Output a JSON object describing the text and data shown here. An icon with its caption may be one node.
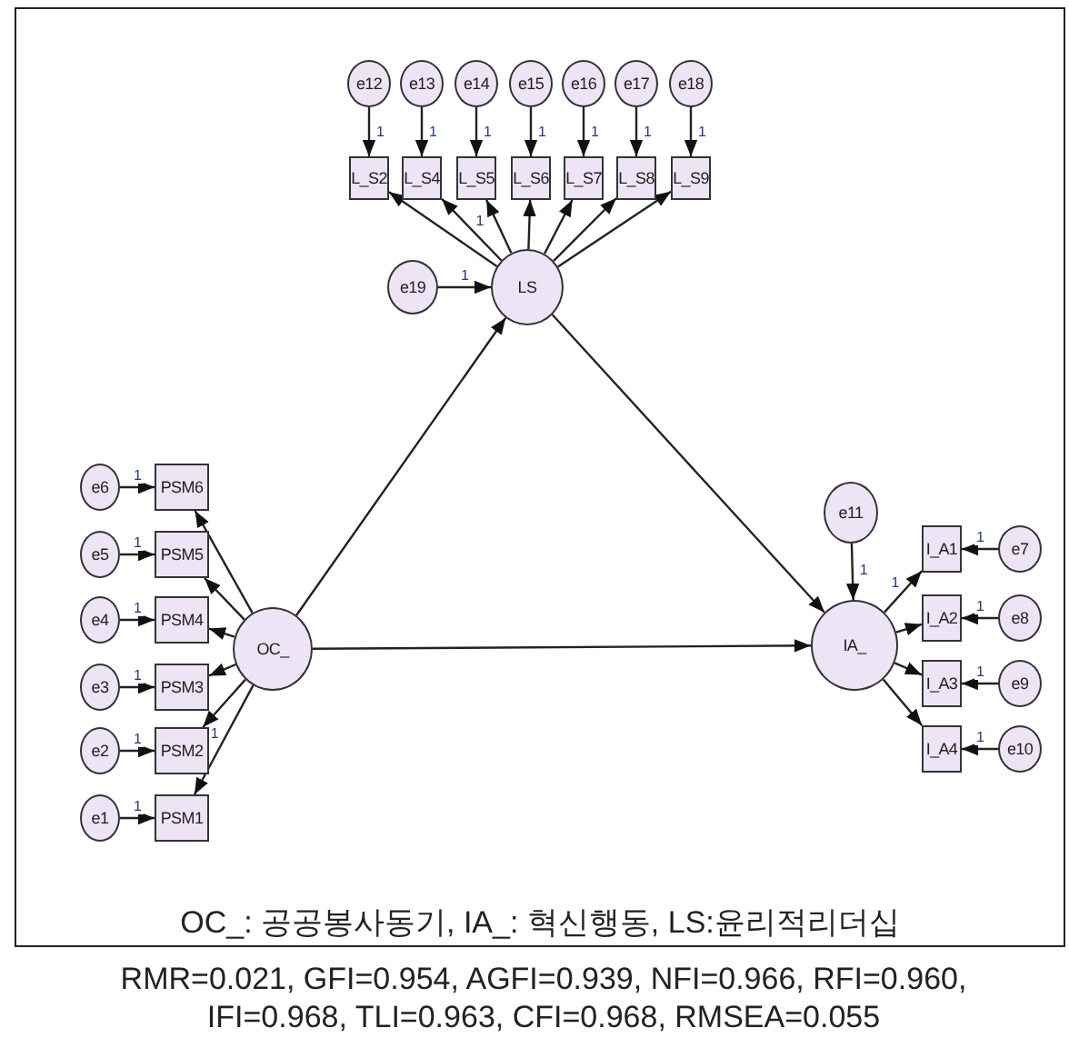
{
  "diagram": {
    "caption": "OC_: 공공봉사동기, IA_: 혁신행동, LS:윤리적리더십",
    "nodes": [
      {
        "text": [
          "e12"
        ]
      },
      {
        "text": [
          "e13"
        ]
      },
      {
        "text": [
          "e14"
        ]
      },
      {
        "text": [
          "e15"
        ]
      },
      {
        "text": [
          "e16"
        ]
      },
      {
        "text": [
          "e17"
        ]
      },
      {
        "text": [
          "e18"
        ]
      },
      {
        "text": [
          "L_S2"
        ]
      },
      {
        "text": [
          "L_S4"
        ]
      },
      {
        "text": [
          "L_S5"
        ]
      },
      {
        "text": [
          "L_S6"
        ]
      },
      {
        "text": [
          "L_S7"
        ]
      },
      {
        "text": [
          "L_S8"
        ]
      },
      {
        "text": [
          "L_S9"
        ]
      },
      {
        "text": [
          "e19"
        ]
      },
      {
        "text": [
          "LS"
        ]
      },
      {
        "text": [
          "e11"
        ]
      },
      {
        "text": [
          "e6"
        ]
      },
      {
        "text": [
          "PSM6"
        ]
      },
      {
        "text": [
          "e5"
        ]
      },
      {
        "text": [
          "PSM5"
        ]
      },
      {
        "text": [
          "e4"
        ]
      },
      {
        "text": [
          "PSM4"
        ]
      },
      {
        "text": [
          "e3"
        ]
      },
      {
        "text": [
          "PSM3"
        ]
      },
      {
        "text": [
          "e2"
        ]
      },
      {
        "text": [
          "PSM2"
        ]
      },
      {
        "text": [
          "e1"
        ]
      },
      {
        "text": [
          "PSM1"
        ]
      },
      {
        "text": [
          "I_A1"
        ]
      },
      {
        "text": [
          "e7"
        ]
      },
      {
        "text": [
          "I_A2"
        ]
      },
      {
        "text": [
          "e8"
        ]
      },
      {
        "text": [
          "I_A3"
        ]
      },
      {
        "text": [
          "e9"
        ]
      },
      {
        "text": [
          "I_A4"
        ]
      },
      {
        "text": [
          "e10"
        ]
      },
      {
        "text": [
          "OC_"
        ]
      },
      {
        "text": [
          "IA_"
        ]
      }
    ],
    "edges": [
      {
        "from": 0,
        "to": 7,
        "arrow": "to",
        "label": "1"
      },
      {
        "from": 1,
        "to": 8,
        "arrow": "to",
        "label": "1"
      },
      {
        "from": 2,
        "to": 9,
        "arrow": "to",
        "label": "1"
      },
      {
        "from": 3,
        "to": 10,
        "arrow": "to",
        "label": "1"
      },
      {
        "from": 4,
        "to": 11,
        "arrow": "to",
        "label": "1"
      },
      {
        "from": 5,
        "to": 12,
        "arrow": "to",
        "label": "1"
      },
      {
        "from": 6,
        "to": 13,
        "arrow": "to",
        "label": "1"
      },
      {
        "from": 15,
        "to": 7,
        "arrow": "to"
      },
      {
        "from": 15,
        "to": 8,
        "arrow": "to",
        "label": "1"
      },
      {
        "from": 15,
        "to": 9,
        "arrow": "to"
      },
      {
        "from": 15,
        "to": 10,
        "arrow": "to"
      },
      {
        "from": 15,
        "to": 11,
        "arrow": "to"
      },
      {
        "from": 15,
        "to": 12,
        "arrow": "to"
      },
      {
        "from": 15,
        "to": 13,
        "arrow": "to"
      },
      {
        "from": 14,
        "to": 15,
        "arrow": "to",
        "label": "1"
      },
      {
        "from": 37,
        "to": 15,
        "arrow": "to"
      },
      {
        "from": 15,
        "to": 38,
        "arrow": "to"
      },
      {
        "from": 37,
        "to": 38,
        "arrow": "to"
      },
      {
        "from": 16,
        "to": 38,
        "arrow": "to",
        "label": "1"
      },
      {
        "from": 17,
        "to": 18,
        "arrow": "to",
        "label": "1"
      },
      {
        "from": 19,
        "to": 20,
        "arrow": "to",
        "label": "1"
      },
      {
        "from": 21,
        "to": 22,
        "arrow": "to",
        "label": "1"
      },
      {
        "from": 23,
        "to": 24,
        "arrow": "to",
        "label": "1"
      },
      {
        "from": 25,
        "to": 26,
        "arrow": "to",
        "label": "1"
      },
      {
        "from": 27,
        "to": 28,
        "arrow": "to",
        "label": "1"
      },
      {
        "from": 37,
        "to": 18,
        "arrow": "to"
      },
      {
        "from": 37,
        "to": 20,
        "arrow": "to"
      },
      {
        "from": 37,
        "to": 22,
        "arrow": "to"
      },
      {
        "from": 37,
        "to": 24,
        "arrow": "to"
      },
      {
        "from": 37,
        "to": 26,
        "arrow": "to"
      },
      {
        "from": 37,
        "to": 28,
        "arrow": "to",
        "label": "1"
      },
      {
        "from": 38,
        "to": 29,
        "arrow": "to",
        "label": "1"
      },
      {
        "from": 38,
        "to": 31,
        "arrow": "to"
      },
      {
        "from": 38,
        "to": 33,
        "arrow": "to"
      },
      {
        "from": 38,
        "to": 35,
        "arrow": "to"
      },
      {
        "from": 30,
        "to": 29,
        "arrow": "to",
        "label": "1"
      },
      {
        "from": 32,
        "to": 31,
        "arrow": "to",
        "label": "1"
      },
      {
        "from": 34,
        "to": 33,
        "arrow": "to",
        "label": "1"
      },
      {
        "from": 36,
        "to": 35,
        "arrow": "to",
        "label": "1"
      }
    ],
    "labels": [
      "RMR=0.021, GFI=0.954, AGFI=0.939, NFI=0.966, RFI=0.960, IFI=0.968, TLI=0.963, CFI=0.968, RMSEA=0.055"
    ]
  }
}
